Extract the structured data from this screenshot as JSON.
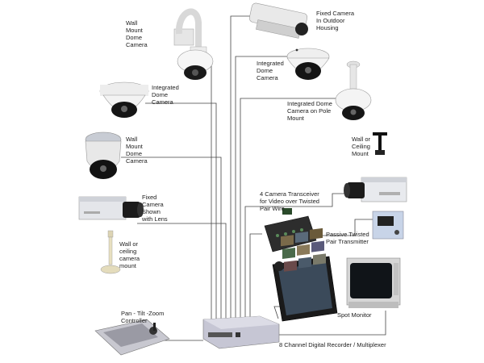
{
  "labels": {
    "wall_mount_dome_top": [
      "Wall",
      "Mount",
      "Dome",
      "Camera"
    ],
    "fixed_outdoor": [
      "Fixed Camera",
      "In Outdoor",
      "Housing"
    ],
    "integrated_dome_left": [
      "Integrated",
      "Dome",
      "Camera"
    ],
    "integrated_dome_right": [
      "Integrated",
      "Dome",
      "Camera"
    ],
    "integrated_dome_pole": [
      "Integrated Dome",
      "Camera on Pole",
      "Mount"
    ],
    "wall_mount_dome_mid": [
      "Wall",
      "Mount",
      "Dome",
      "Camera"
    ],
    "wall_ceiling_mount_right": [
      "Wall or",
      "Ceiling",
      "Mount"
    ],
    "fixed_with_lens": [
      "Fixed",
      "Camera",
      "Shown",
      "with Lens"
    ],
    "transceiver": [
      "4 Camera Transceiver",
      "for Video over Twisted",
      "Pair Wire"
    ],
    "passive_twisted": [
      "Passive Twisted",
      "Pair Transmitter"
    ],
    "wall_ceiling_camera_mount": [
      "Wall or",
      "ceiling",
      "camera",
      "mount"
    ],
    "ptz_controller": [
      "Pan - Tilt -Zoom",
      "Controller"
    ],
    "spot_monitor": [
      "Spot Monitor"
    ],
    "dvr": [
      "8 Channel Digital Recorder / Multiplexer"
    ]
  },
  "colors": {
    "wire": "#444444",
    "camera_white": "#f2f2f2",
    "camera_grey": "#b9bcc4",
    "lens_black": "#111111",
    "dvr_body": "#c9c9d6",
    "monitor_body": "#d4d4d4"
  },
  "icons": [
    "wall-mount-dome-camera-icon",
    "outdoor-housing-camera-icon",
    "dome-camera-icon",
    "pole-dome-camera-icon",
    "box-camera-icon",
    "ceiling-mount-icon",
    "transceiver-icon",
    "passive-transmitter-icon",
    "ptz-keyboard-icon",
    "dvr-icon",
    "lcd-monitor-icon",
    "crt-monitor-icon"
  ]
}
